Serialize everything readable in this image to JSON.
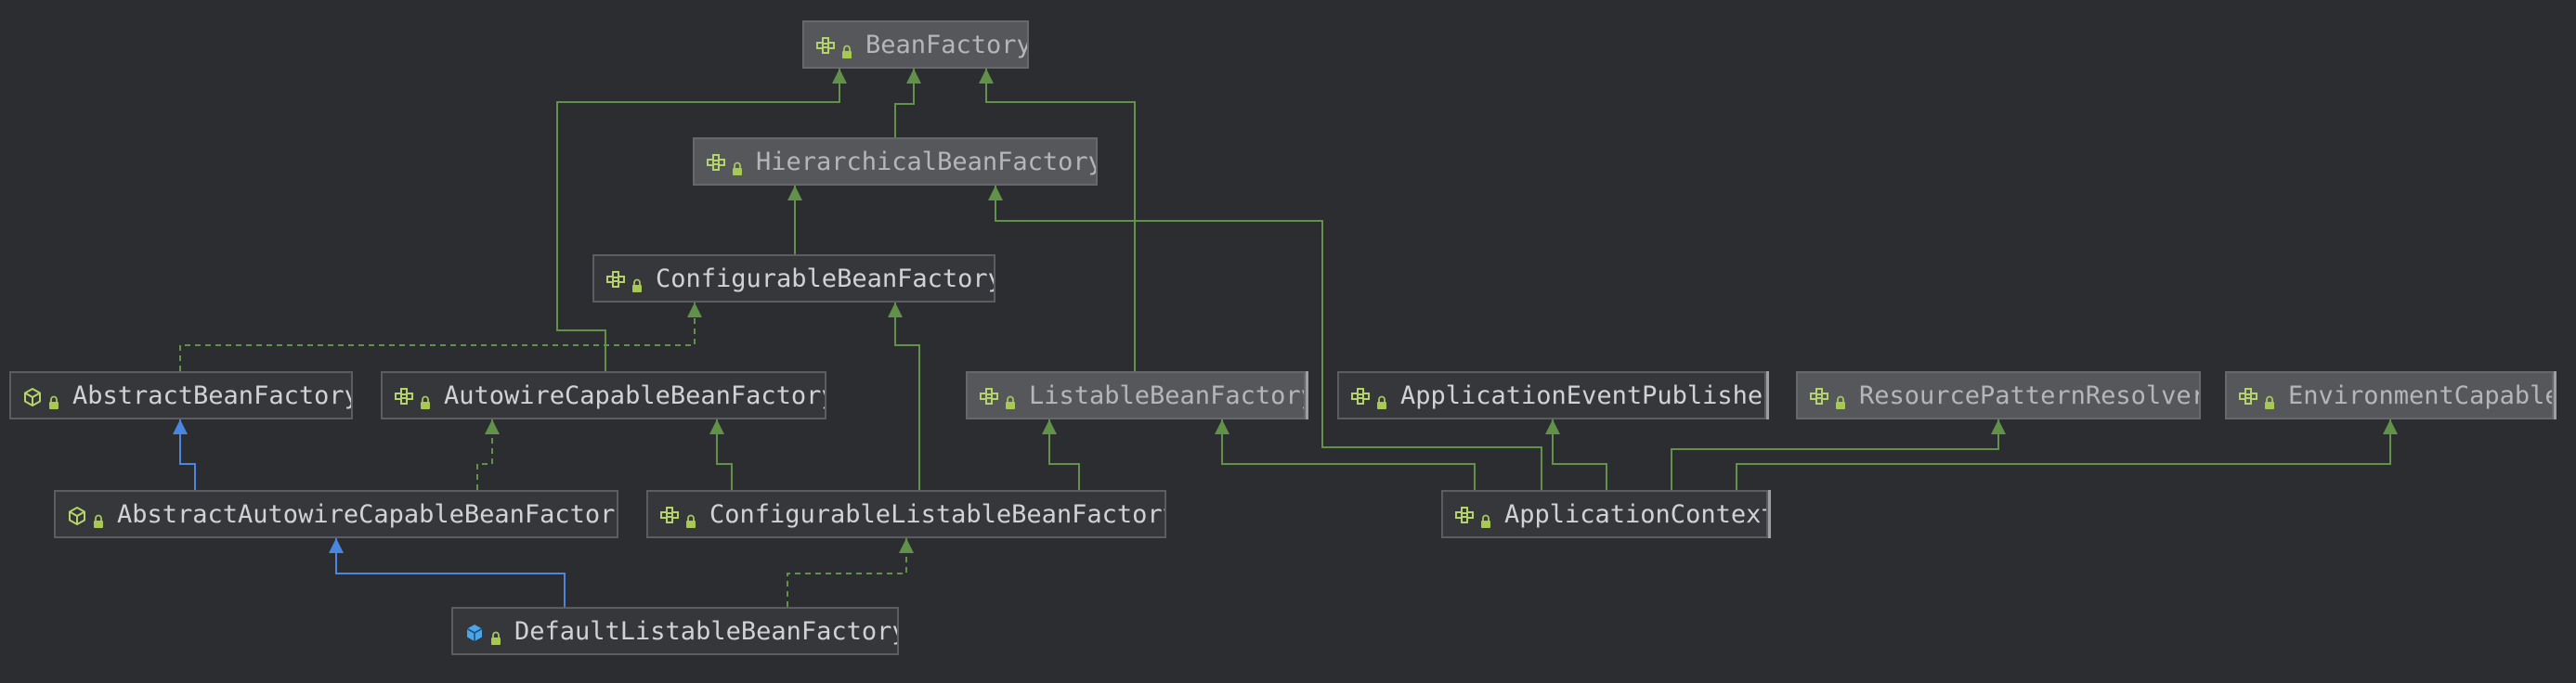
{
  "diagram": {
    "nodes": [
      {
        "id": "bean-factory",
        "label": "BeanFactory",
        "kind": "interface"
      },
      {
        "id": "hierarchical-bean-factory",
        "label": "HierarchicalBeanFactory",
        "kind": "interface"
      },
      {
        "id": "configurable-bean-factory",
        "label": "ConfigurableBeanFactory",
        "kind": "interface"
      },
      {
        "id": "abstract-bean-factory",
        "label": "AbstractBeanFactory",
        "kind": "abstract-class"
      },
      {
        "id": "autowire-capable-bean-factory",
        "label": "AutowireCapableBeanFactory",
        "kind": "interface"
      },
      {
        "id": "listable-bean-factory",
        "label": "ListableBeanFactory",
        "kind": "interface"
      },
      {
        "id": "application-event-publisher",
        "label": "ApplicationEventPublisher",
        "kind": "interface"
      },
      {
        "id": "resource-pattern-resolver",
        "label": "ResourcePatternResolver",
        "kind": "interface"
      },
      {
        "id": "environment-capable",
        "label": "EnvironmentCapable",
        "kind": "interface"
      },
      {
        "id": "abstract-autowire-capable-bean-factory",
        "label": "AbstractAutowireCapableBeanFactory",
        "kind": "abstract-class"
      },
      {
        "id": "configurable-listable-bean-factory",
        "label": "ConfigurableListableBeanFactory",
        "kind": "interface"
      },
      {
        "id": "application-context",
        "label": "ApplicationContext",
        "kind": "interface"
      },
      {
        "id": "default-listable-bean-factory",
        "label": "DefaultListableBeanFactory",
        "kind": "class"
      }
    ],
    "edges": [
      {
        "from": "hierarchical-bean-factory",
        "to": "bean-factory",
        "type": "extends"
      },
      {
        "from": "configurable-bean-factory",
        "to": "hierarchical-bean-factory",
        "type": "extends"
      },
      {
        "from": "autowire-capable-bean-factory",
        "to": "bean-factory",
        "type": "extends"
      },
      {
        "from": "listable-bean-factory",
        "to": "bean-factory",
        "type": "extends"
      },
      {
        "from": "abstract-bean-factory",
        "to": "configurable-bean-factory",
        "type": "implements"
      },
      {
        "from": "abstract-autowire-capable-bean-factory",
        "to": "abstract-bean-factory",
        "type": "class-extends"
      },
      {
        "from": "abstract-autowire-capable-bean-factory",
        "to": "autowire-capable-bean-factory",
        "type": "implements"
      },
      {
        "from": "configurable-listable-bean-factory",
        "to": "autowire-capable-bean-factory",
        "type": "extends"
      },
      {
        "from": "configurable-listable-bean-factory",
        "to": "configurable-bean-factory",
        "type": "extends"
      },
      {
        "from": "configurable-listable-bean-factory",
        "to": "listable-bean-factory",
        "type": "extends"
      },
      {
        "from": "default-listable-bean-factory",
        "to": "abstract-autowire-capable-bean-factory",
        "type": "class-extends"
      },
      {
        "from": "default-listable-bean-factory",
        "to": "configurable-listable-bean-factory",
        "type": "implements"
      },
      {
        "from": "application-context",
        "to": "listable-bean-factory",
        "type": "extends"
      },
      {
        "from": "application-context",
        "to": "hierarchical-bean-factory",
        "type": "extends"
      },
      {
        "from": "application-context",
        "to": "application-event-publisher",
        "type": "extends"
      },
      {
        "from": "application-context",
        "to": "resource-pattern-resolver",
        "type": "extends"
      },
      {
        "from": "application-context",
        "to": "environment-capable",
        "type": "extends"
      }
    ]
  },
  "colors": {
    "background": "#2b2d30",
    "extends_edge": "#62914a",
    "class_extends_edge": "#4a86e0",
    "interface_icon": "#b5d36a",
    "class_icon": "#4aa6e8",
    "lock_icon": "#a8c856"
  }
}
